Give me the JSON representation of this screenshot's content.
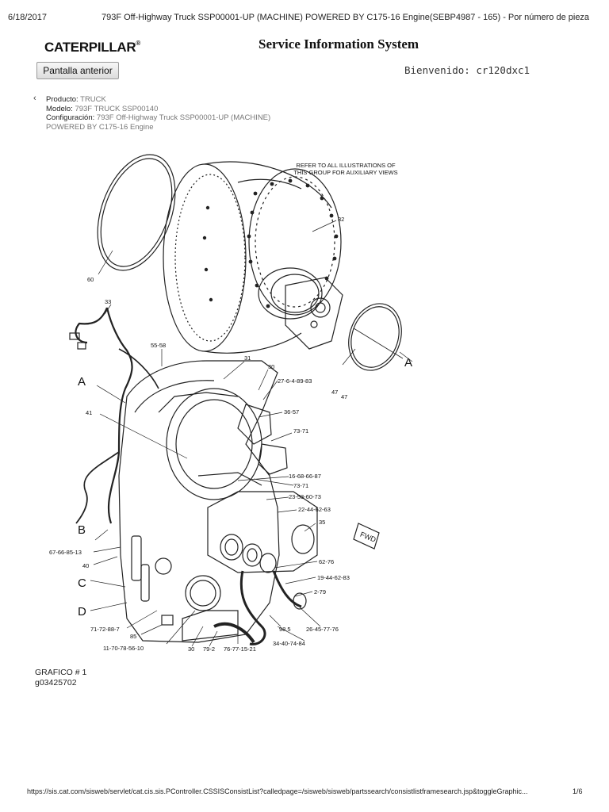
{
  "print_header": {
    "date": "6/18/2017",
    "title": "793F Off-Highway Truck SSP00001-UP (MACHINE) POWERED BY C175-16 Engine(SEBP4987 - 165) - Por número de pieza"
  },
  "app": {
    "logo_text": "CATERPILLAR",
    "logo_mark": "®",
    "system_title": "Service Information System",
    "back_button_label": "Pantalla anterior",
    "welcome_label": "Bienvenido:",
    "username": "cr120dxc1"
  },
  "breadcrumb": {
    "product_label": "Producto:",
    "product_value": "TRUCK",
    "model_label": "Modelo:",
    "model_value": "793F TRUCK SSP00140",
    "config_label": "Configuración:",
    "config_value": "793F Off-Highway Truck SSP00001-UP (MACHINE)",
    "config_value_2": "POWERED BY C175-16 Engine"
  },
  "diagram": {
    "note_line1": "REFER TO ALL ILLUSTRATIONS OF",
    "note_line2": "THIS GROUP FOR AUXILIARY VIEWS",
    "callouts": {
      "c32": "32",
      "c60": "60",
      "c33": "33",
      "c5658": "55-58",
      "c31": "31",
      "c30a": "30",
      "c2746": "27-6-4-89-83",
      "c3657": "36-57",
      "c7371a": "73-71",
      "c41": "41",
      "c16": "16-68-66-87",
      "c7371b": "73-71",
      "c23": "23-53-60-73",
      "c22": "22-44-62-63",
      "c35": "35",
      "c47a": "47",
      "c47b": "47",
      "c6276": "62-76",
      "c19": "19-44-62-83",
      "c279": "2-79",
      "c26": "26-45-77-76",
      "c985": "98.5",
      "c34": "34-40-74-84",
      "c67": "67-66-85-13",
      "c40": "40",
      "c71": "71-72-88-7",
      "c85": "85",
      "c11": "11-70-78-56-10",
      "c30b": "30",
      "c792": "79-2",
      "c76": "76-77-15-21",
      "fwd": "FWD",
      "A1": "A",
      "A2": "A",
      "B": "B",
      "C": "C",
      "D": "D"
    }
  },
  "caption": {
    "graphic_label": "GRAFICO # 1",
    "graphic_id": "g03425702"
  },
  "print_footer": {
    "url": "https://sis.cat.com/sisweb/servlet/cat.cis.sis.PController.CSSISConsistList?calledpage=/sisweb/sisweb/partssearch/consistlistframesearch.jsp&toggleGraphic...",
    "page": "1/6"
  }
}
